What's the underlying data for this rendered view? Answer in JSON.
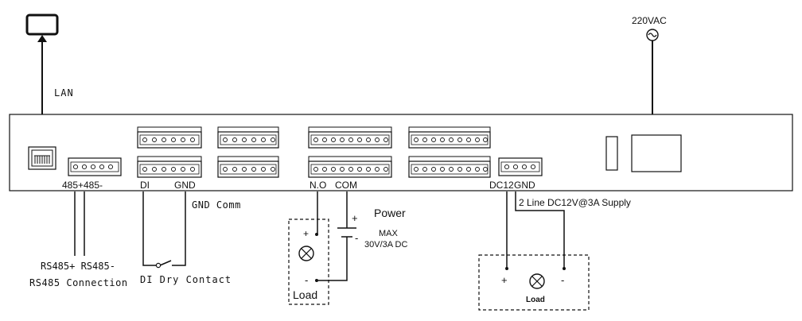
{
  "labels": {
    "lan": "LAN",
    "vac": "220VAC",
    "port_485p": "485+",
    "port_485m": "485-",
    "port_di": "DI",
    "port_gnd1": "GND",
    "port_no": "N.O",
    "port_com": "COM",
    "port_dc12": "DC12",
    "port_gnd2": "GND",
    "gnd_comm": "GND Comm",
    "power": "Power",
    "power_max": "MAX",
    "power_rating": "30V/3A DC",
    "supply": "2 Line DC12V@3A Supply",
    "rs485_pm": "RS485+ RS485-",
    "rs485_conn": "RS485 Connection",
    "di_dry": "DI Dry Contact",
    "load1": "Load",
    "load2": "Load",
    "plus": "+",
    "minus": "-"
  },
  "colors": {
    "line": "#111111",
    "device_fill": "#ffffff"
  }
}
